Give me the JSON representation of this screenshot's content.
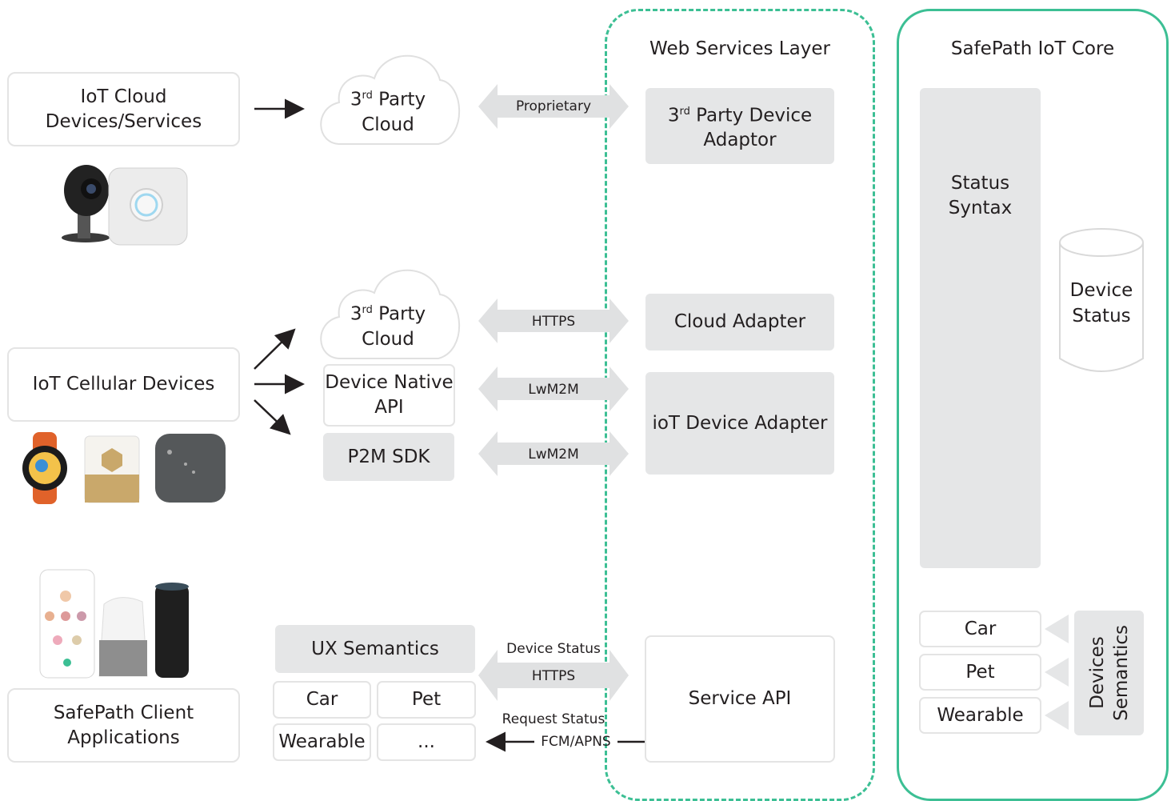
{
  "left": {
    "iot_cloud": "IoT Cloud\nDevices/Services",
    "iot_cellular": "IoT Cellular Devices",
    "client_apps": "SafePath Client\nApplications"
  },
  "clouds": {
    "top": {
      "sup": "rd",
      "rest": " Party",
      "line2": "Cloud",
      "num": "3"
    },
    "mid": {
      "sup": "rd",
      "rest": " Party",
      "line2": "Cloud",
      "num": "3"
    }
  },
  "device_native_api": "Device Native\nAPI",
  "p2m_sdk": "P2M SDK",
  "ux": {
    "title": "UX Semantics",
    "items": [
      "Car",
      "Pet",
      "Wearable",
      "..."
    ]
  },
  "connectors": {
    "proprietary": "Proprietary",
    "https1": "HTTPS",
    "lwm2m1": "LwM2M",
    "lwm2m2": "LwM2M",
    "device_status": "Device Status",
    "https2": "HTTPS",
    "request_status": "Request Status",
    "fcm_apns": "FCM/APNS"
  },
  "web_layer": {
    "title": "Web Services Layer",
    "adaptor": {
      "num": "3",
      "sup": "rd",
      "rest": " Party Device",
      "line2": "Adaptor"
    },
    "cloud_adapter": "Cloud Adapter",
    "iot_device_adapter": "ioT Device Adapter",
    "service_api": "Service API"
  },
  "core": {
    "title": "SafePath IoT Core",
    "status_syntax": "Status\nSyntax",
    "device_status": "Device\nStatus",
    "semantics_items": [
      "Car",
      "Pet",
      "Wearable"
    ],
    "devices_semantics": "Devices\nSemantics"
  },
  "colors": {
    "accent": "#3cbf94",
    "gray_box": "#e5e6e7",
    "arrow_gray": "#e0e1e2"
  }
}
